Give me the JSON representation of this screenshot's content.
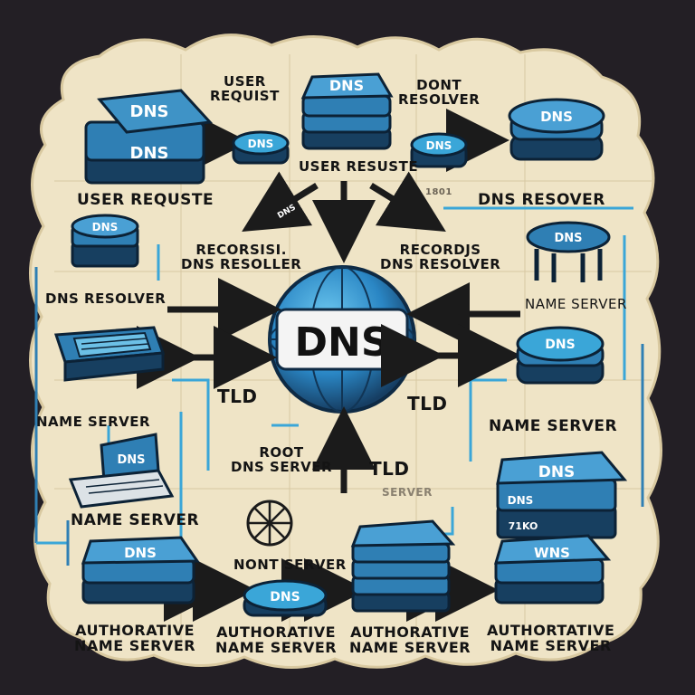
{
  "palette": {
    "background": "#231f25",
    "parchment": "#efe4c6",
    "device_blue": "#2f7fb4",
    "device_dark": "#173f60",
    "accent_cyan": "#3aa6d8",
    "ink": "#141414"
  },
  "hub": {
    "label": "DNS"
  },
  "device_labels": {
    "top_left_server": [
      "DNS",
      "DNS"
    ],
    "top_center_stack": "DNS",
    "top_right_stack": "DNS",
    "left_small_server": "DNS",
    "right_table": "DNS",
    "right_disk": "DNS",
    "right_lower_server": [
      "DNS",
      "DNS",
      "71KO"
    ],
    "laptop_screen": "DNS",
    "bottom_left_server": "DNS",
    "bottom_right_server": "WNS",
    "small_disk_top_left": "DNS",
    "small_disk_top_right": "DNS",
    "small_disk_bottom": "DNS",
    "arrow_tag": "DNS"
  },
  "labels": {
    "user_requist": [
      "USER",
      "REQUIST"
    ],
    "dont_resolver": [
      "DONT",
      "RESOLVER"
    ],
    "user_resuste": "USER RESUSTE",
    "code_tag": "1801",
    "user_requste": "USER REQUSTE",
    "dns_resover": "DNS RESOVER",
    "recorsisi": [
      "RECORSISI.",
      "DNS RESOLLER"
    ],
    "recordjs": [
      "RECORDJS",
      "DNS RESOLVER"
    ],
    "dns_resolver_left": "DNS RESOLVER",
    "name_server_right_top": "NAME SERVER",
    "tld_left": "TLD",
    "tld_right": "TLD",
    "name_server_left": "NAME SERVER",
    "name_server_right": "NAME SERVER",
    "root_dns": [
      "ROOT",
      "DNS SERVER"
    ],
    "tld_lower": "TLD",
    "server_faint": "SERVER",
    "name_server_laptop": "NAME SERVER",
    "nont_server": "NONT SERVER",
    "authoritative": [
      [
        "AUTHORATIVE",
        "NAME SERVER"
      ],
      [
        "AUTHORATIVE",
        "NAME SERVER"
      ],
      [
        "AUTHORATIVE",
        "NAME SERVER"
      ],
      [
        "AUTHORTATIVE",
        "NAME SERVER"
      ]
    ]
  }
}
